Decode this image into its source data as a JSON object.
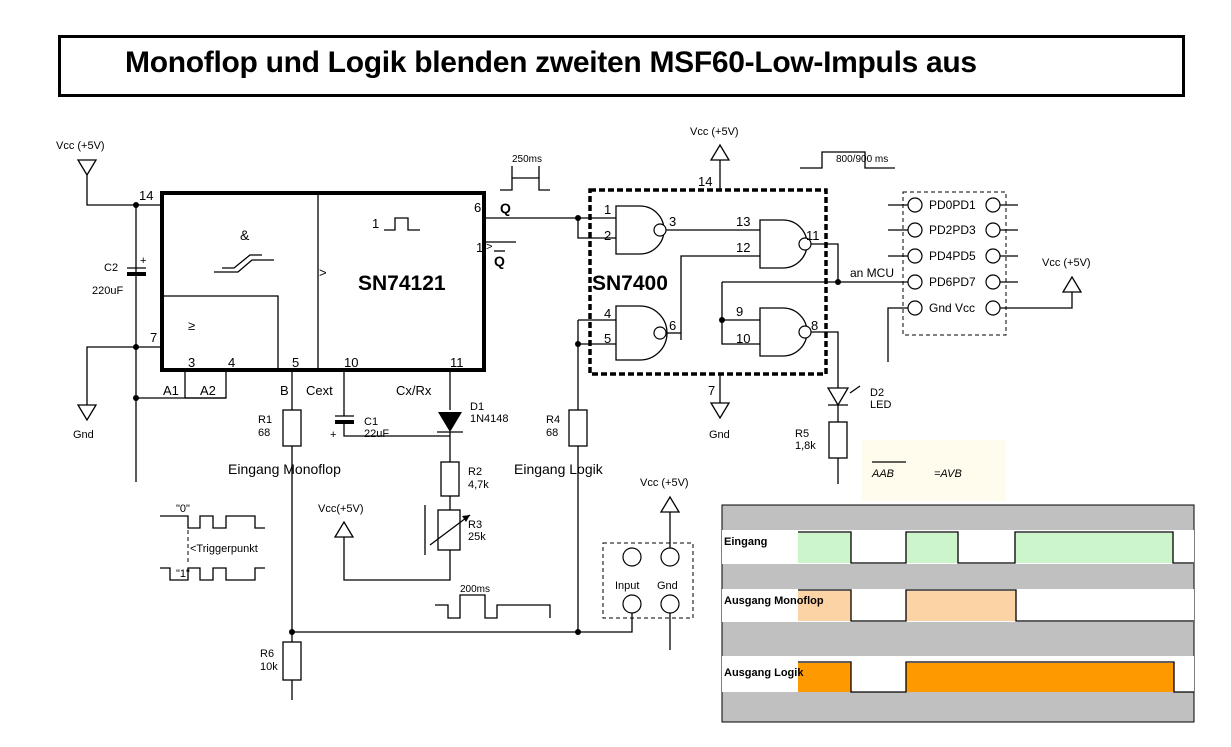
{
  "title": "Monoflop und Logik blenden zweiten MSF60-Low-Impuls aus",
  "ic1": {
    "name": "SN74121",
    "and_symbol": "&",
    "ge_symbol": "≥",
    "gt_symbol": ">",
    "pulse_label": "1",
    "q_out_label": "1",
    "pins": {
      "p14": "14",
      "p7": "7",
      "p3": "3",
      "p4": "4",
      "p5": "5",
      "p10": "10",
      "p11": "11",
      "p6": "6"
    },
    "q_label": "Q",
    "qbar_label": "Q",
    "a1": "A1",
    "a2": "A2",
    "b": "B",
    "cext": "Cext",
    "cxrx": "Cx/Rx"
  },
  "ic2": {
    "name": "SN7400",
    "pins": {
      "p1": "1",
      "p2": "2",
      "p3": "3",
      "p13": "13",
      "p12": "12",
      "p11": "11",
      "p4": "4",
      "p5": "5",
      "p6": "6",
      "p9": "9",
      "p10": "10",
      "p8": "8",
      "p14": "14",
      "p7": "7"
    }
  },
  "vcc": {
    "left": "Vcc (+5V)",
    "top": "Vcc (+5V)",
    "right": "Vcc (+5V)",
    "pot": "Vcc(+5V)",
    "input": "Vcc (+5V)"
  },
  "gnd": {
    "left": "Gnd",
    "mid": "Gnd"
  },
  "components": {
    "c2_name": "C2",
    "c2_value": "220uF",
    "c1_name": "C1",
    "c1_value": "22uF",
    "d1_name": "D1",
    "d1_value": "1N4148",
    "r1_name": "R1",
    "r1_value": "68",
    "r2_name": "R2",
    "r2_value": "4,7k",
    "r3_name": "R3",
    "r3_value": "25k",
    "r4_name": "R4",
    "r4_value": "68",
    "r5_name": "R5",
    "r5_value": "1,8k",
    "r6_name": "R6",
    "r6_value": "10k",
    "d2_name": "D2",
    "d2_value": "LED"
  },
  "labels": {
    "eingang_monoflop": "Eingang Monoflop",
    "eingang_logik": "Eingang Logik",
    "an_mcu": "an MCU",
    "pulse_250": "250ms",
    "pulse_800": "800/900 ms",
    "pulse_200": "200ms",
    "trig_zero": "\"0\"",
    "trig_one": "\"1\"",
    "triggerpunkt": "<Triggerpunkt"
  },
  "connectors": {
    "mcu": [
      "PD0PD1",
      "PD2PD3",
      "PD4PD5",
      "PD6PD7",
      "Gnd Vcc"
    ],
    "input_label": "Input",
    "gnd_label": "Gnd"
  },
  "formula": {
    "left": "AAB",
    "right": "=AVB"
  },
  "timing": {
    "rows": [
      {
        "label": "Eingang",
        "color": "#ccf5cc"
      },
      {
        "label": "Ausgang Monoflop",
        "color": "#fcd3a4"
      },
      {
        "label": "Ausgang Logik",
        "color": "#ff9900"
      }
    ],
    "background": "#c0c0c0"
  }
}
